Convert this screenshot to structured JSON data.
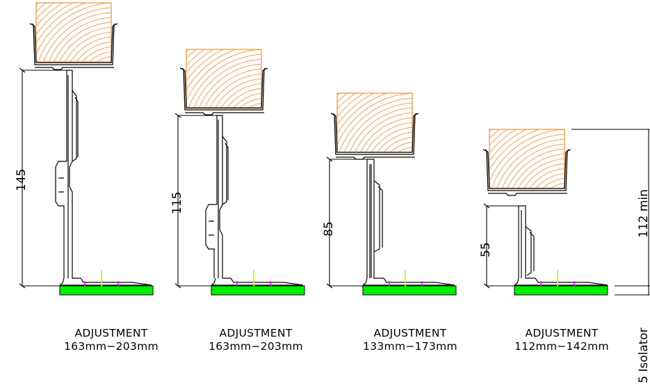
{
  "assemblies": [
    {
      "dimension": "145",
      "caption_line1": "ADJUSTMENT",
      "caption_line2": "163mm−203mm"
    },
    {
      "dimension": "115",
      "caption_line1": "ADJUSTMENT",
      "caption_line2": "163mm−203mm"
    },
    {
      "dimension": "85",
      "caption_line1": "ADJUSTMENT",
      "caption_line2": "133mm−173mm"
    },
    {
      "dimension": "55",
      "caption_line1": "ADJUSTMENT",
      "caption_line2": "112mm−142mm"
    }
  ],
  "right_dimension": "112 min",
  "right_note": "5 Isolator",
  "colors": {
    "timber_outline": "#f0a050",
    "timber_grain": "#f0a050",
    "base_pad": "#00ee00",
    "marker_magenta": "#ff00ff",
    "marker_yellow": "#e8e800",
    "line": "#000000"
  }
}
